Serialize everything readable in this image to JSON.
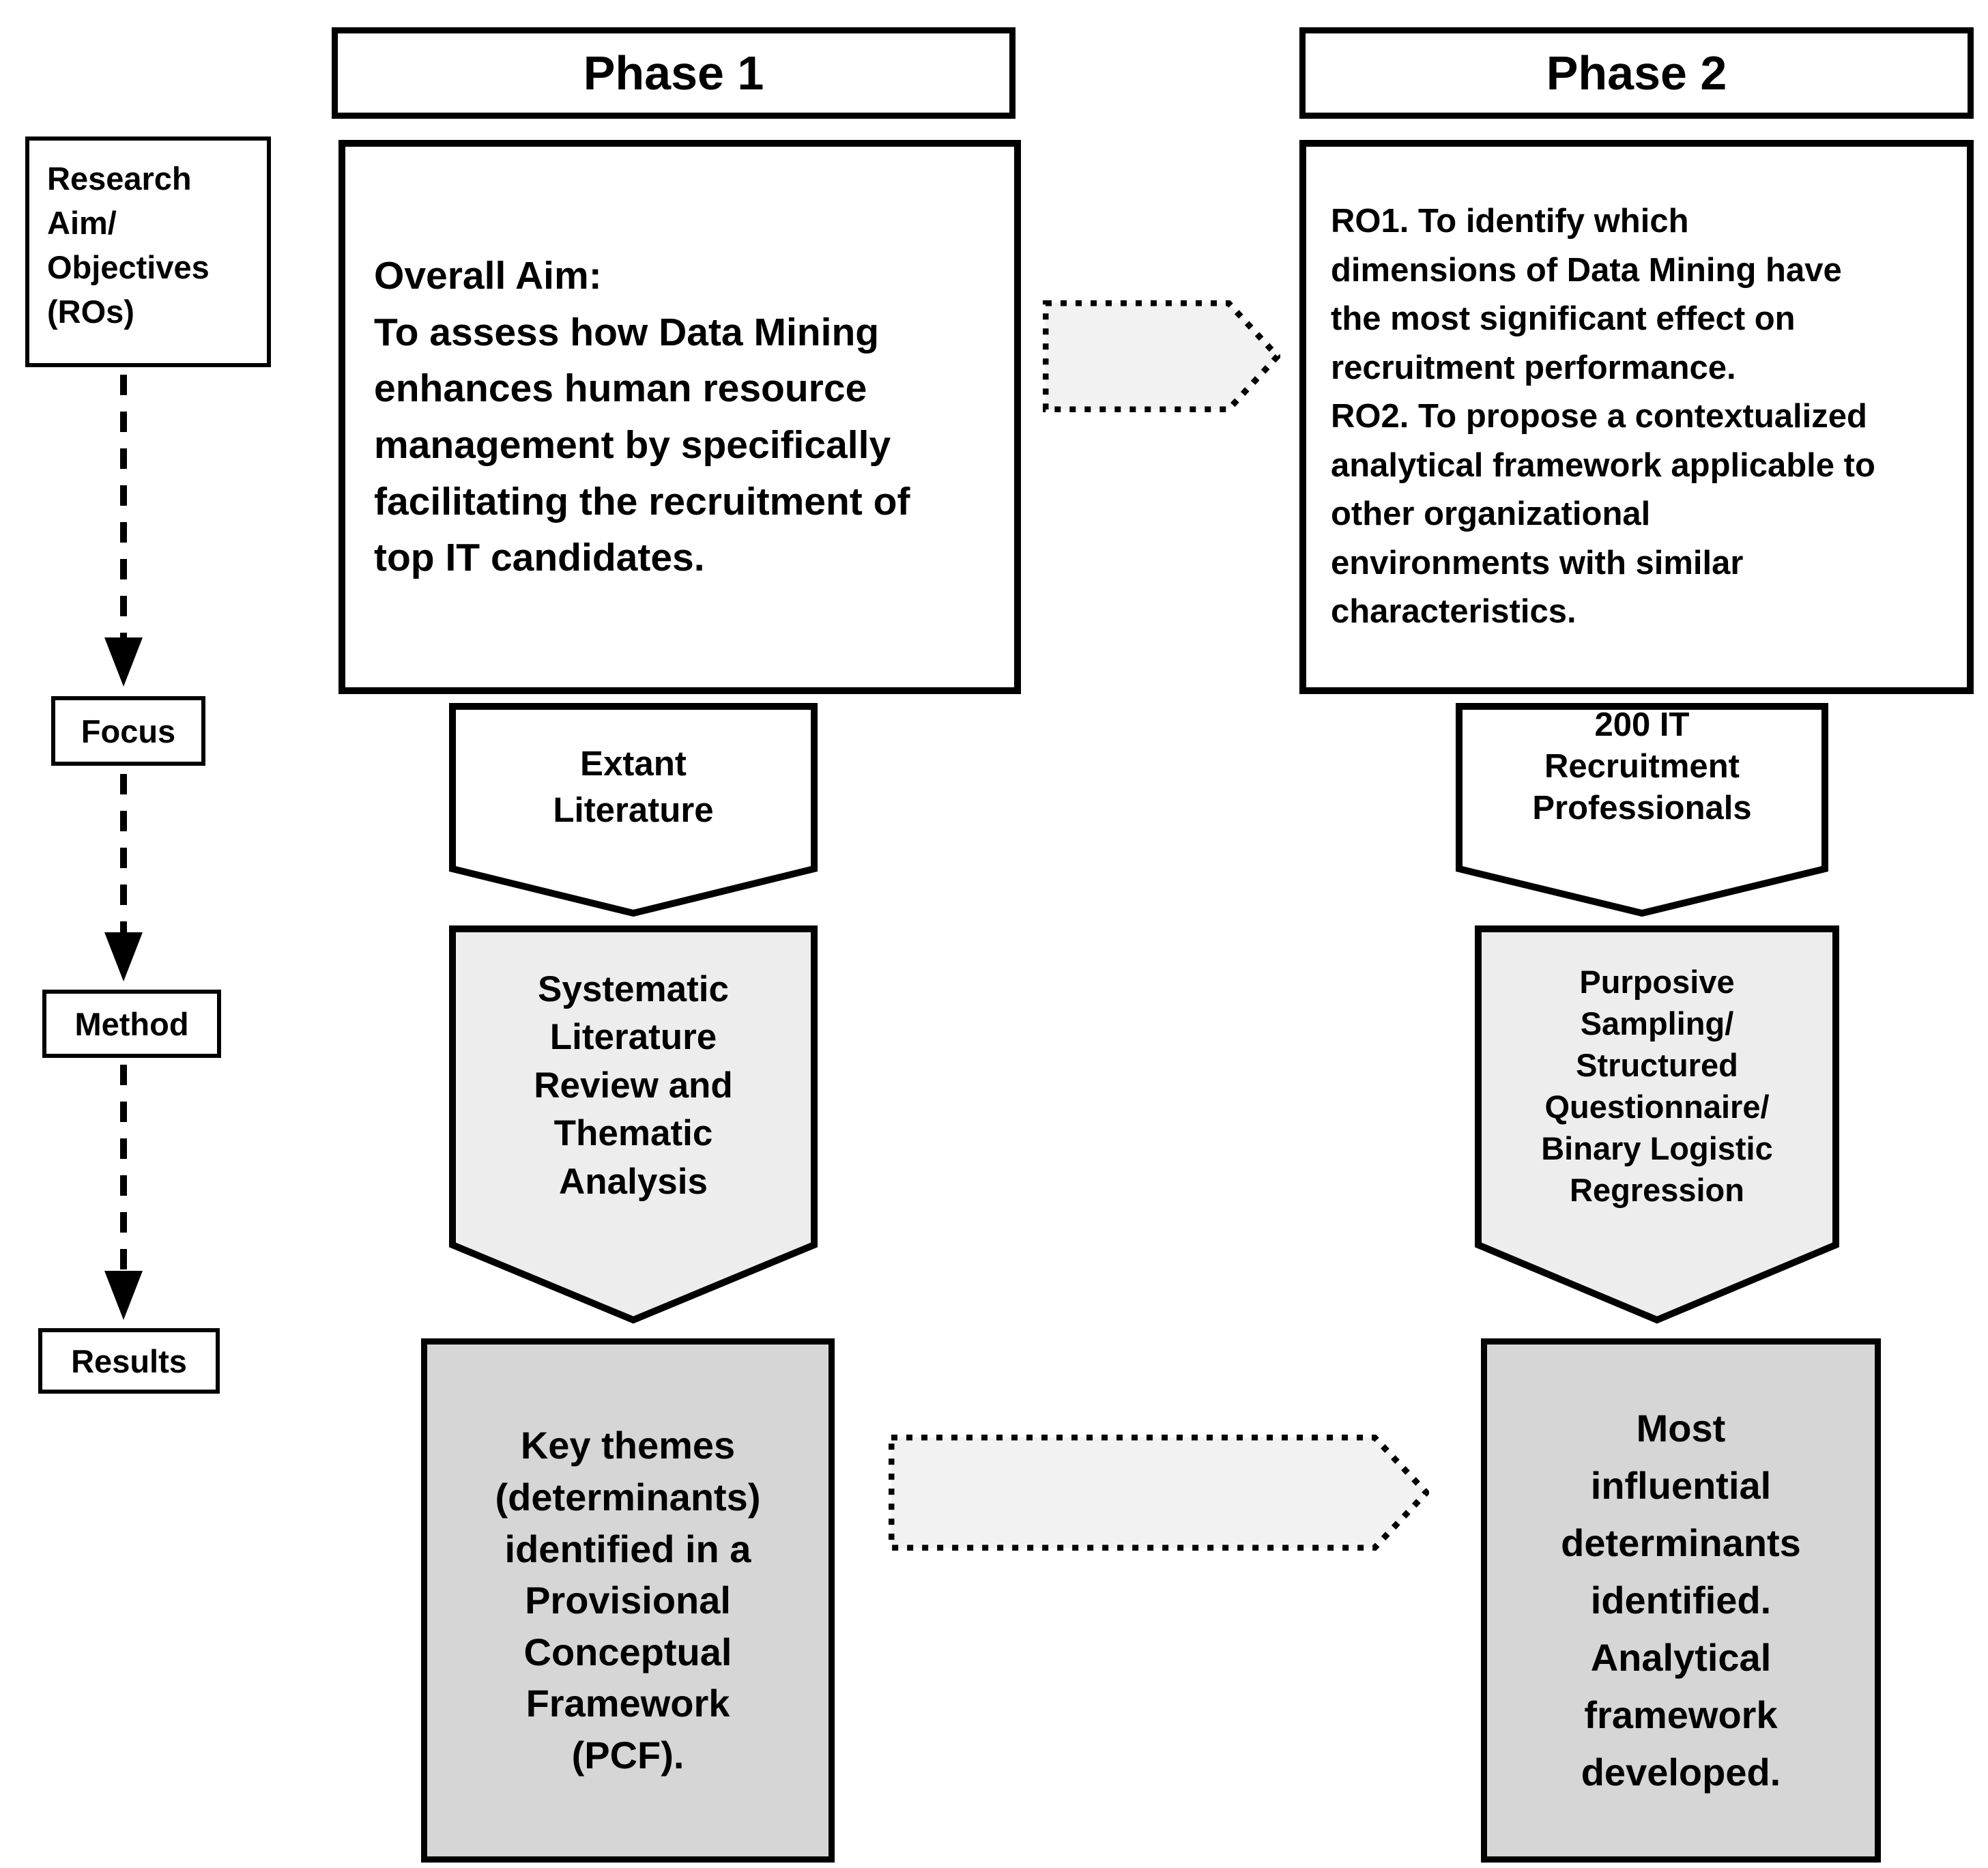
{
  "diagram": {
    "phase1": {
      "header": "Phase 1",
      "aim": "Overall Aim:\nTo assess how Data Mining\nenhances human resource\nmanagement by specifically\nfacilitating the recruitment of\ntop IT candidates.",
      "focus": "Extant\nLiterature",
      "method": "Systematic\nLiterature\nReview and\nThematic\nAnalysis",
      "results": "Key themes\n(determinants)\nidentified in a\nProvisional\nConceptual\nFramework\n(PCF)."
    },
    "phase2": {
      "header": "Phase 2",
      "objectives": "RO1. To identify which\ndimensions of Data Mining have\nthe most significant effect on\nrecruitment performance.\nRO2. To propose a contextualized\nanalytical framework applicable to\nother organizational\nenvironments with similar\ncharacteristics.",
      "focus": "200 IT\nRecruitment\nProfessionals",
      "method": "Purposive\nSampling/\nStructured\nQuestionnaire/\nBinary Logistic\nRegression",
      "results": "Most\ninfluential\ndeterminants\nidentified.\nAnalytical\nframework\ndeveloped."
    },
    "sidebar": {
      "research_aim": "Research\nAim/\nObjectives\n(ROs)",
      "focus": "Focus",
      "method": "Method",
      "results": "Results"
    },
    "colors": {
      "border": "#000000",
      "white_fill": "#ffffff",
      "method_fill": "#ededed",
      "results_fill": "#d6d6d6",
      "arrow_fill": "#f2f2f2"
    }
  }
}
